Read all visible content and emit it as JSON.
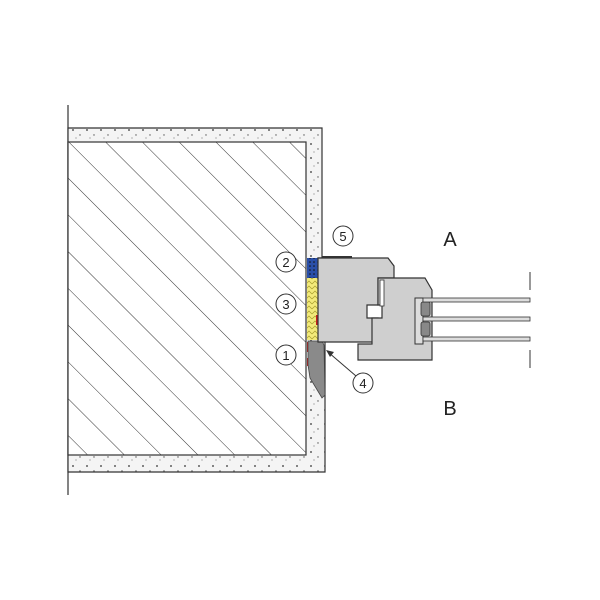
{
  "callouts": [
    {
      "id": "1",
      "text": "1"
    },
    {
      "id": "2",
      "text": "2"
    },
    {
      "id": "3",
      "text": "3"
    },
    {
      "id": "4",
      "text": "4"
    },
    {
      "id": "5",
      "text": "5"
    }
  ],
  "sides": {
    "outside": "A",
    "inside": "B"
  },
  "colors": {
    "plaster": "#f2f2f2",
    "frame": "#cfcfcf",
    "tape_blue": "#2a4fa8",
    "foam_yellow": "#f3ea7a",
    "sealant_red": "#c8201e",
    "mortar": "#8a8a8a"
  }
}
